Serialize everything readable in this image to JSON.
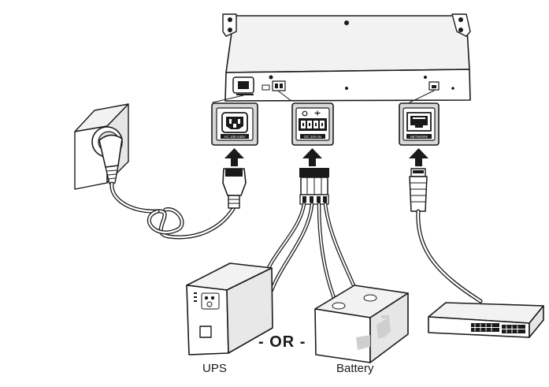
{
  "labels": {
    "ups": "UPS",
    "battery": "Battery",
    "or": "- OR -"
  },
  "callouts": {
    "ac_input": "AC 100-240V",
    "dc_input": "DC 24V IN",
    "network": "NETWORK"
  },
  "icons": [
    "arrow-up-icon",
    "ac-socket-icon",
    "dc-terminal-icon",
    "rj45-port-icon",
    "wall-outlet-icon",
    "ups-icon",
    "battery-icon",
    "network-switch-icon"
  ],
  "colors": {
    "line": "#1a1a1a",
    "device_top": "#f2f2f2",
    "device_front": "#ffffff",
    "shade": "#d8d8d8"
  }
}
